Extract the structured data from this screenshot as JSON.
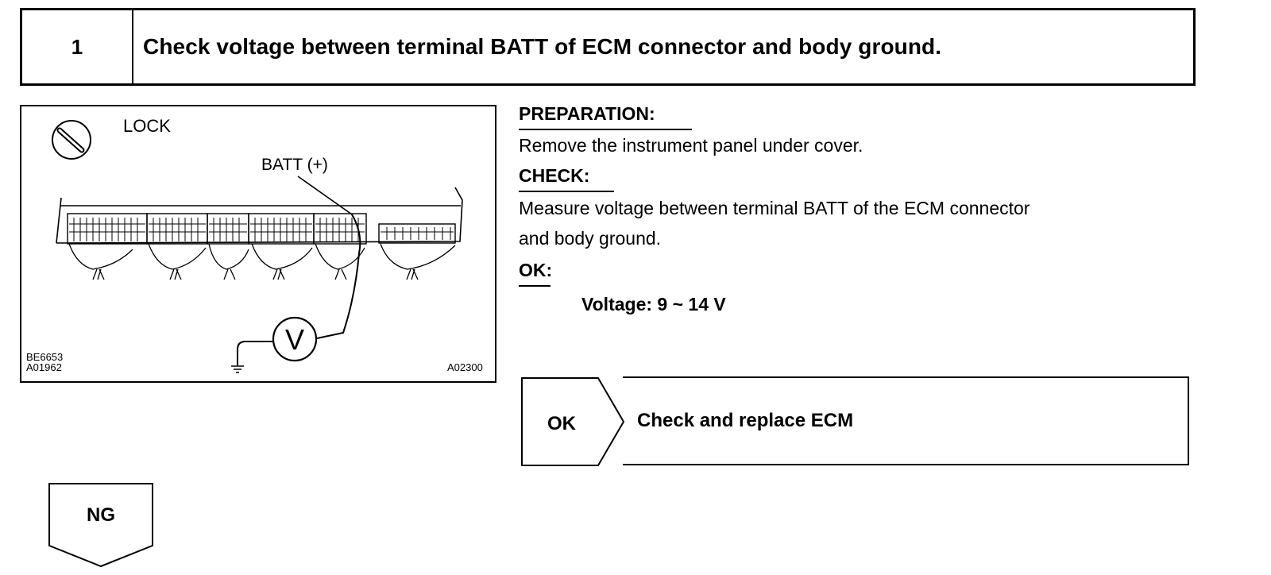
{
  "step": {
    "number": "1",
    "title": "Check voltage between terminal BATT of ECM connector and body ground."
  },
  "diagram": {
    "ignition_label": "LOCK",
    "terminal_label": "BATT (+)",
    "meter_symbol": "V",
    "ref_code_1": "BE6653",
    "ref_code_2": "A01962",
    "ref_code_3": "A02300"
  },
  "instructions": {
    "preparation_label": "PREPARATION:",
    "preparation_text": "Remove the instrument panel under cover.",
    "check_label": "CHECK:",
    "check_text_line1": "Measure voltage between terminal BATT of the ECM connector",
    "check_text_line2": "and body ground.",
    "ok_label": "OK:",
    "ok_spec": "Voltage: 9 ~ 14 V"
  },
  "results": {
    "ok_tag": "OK",
    "ok_action": "Check and replace ECM",
    "ng_tag": "NG"
  }
}
